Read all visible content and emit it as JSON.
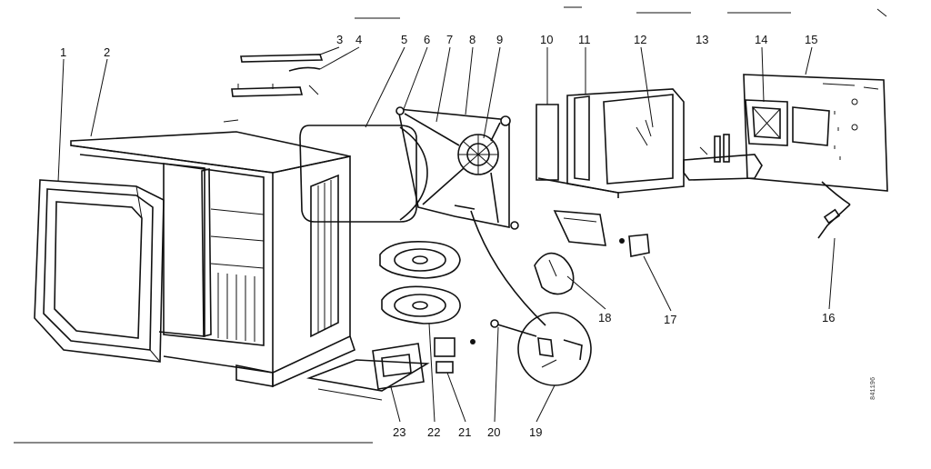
{
  "diagram": {
    "callouts": [
      "1",
      "2",
      "3",
      "4",
      "5",
      "6",
      "7",
      "8",
      "9",
      "10",
      "11",
      "12",
      "13",
      "14",
      "15",
      "16",
      "17",
      "18",
      "19",
      "20",
      "21",
      "22",
      "23"
    ],
    "stamp": "841196"
  }
}
